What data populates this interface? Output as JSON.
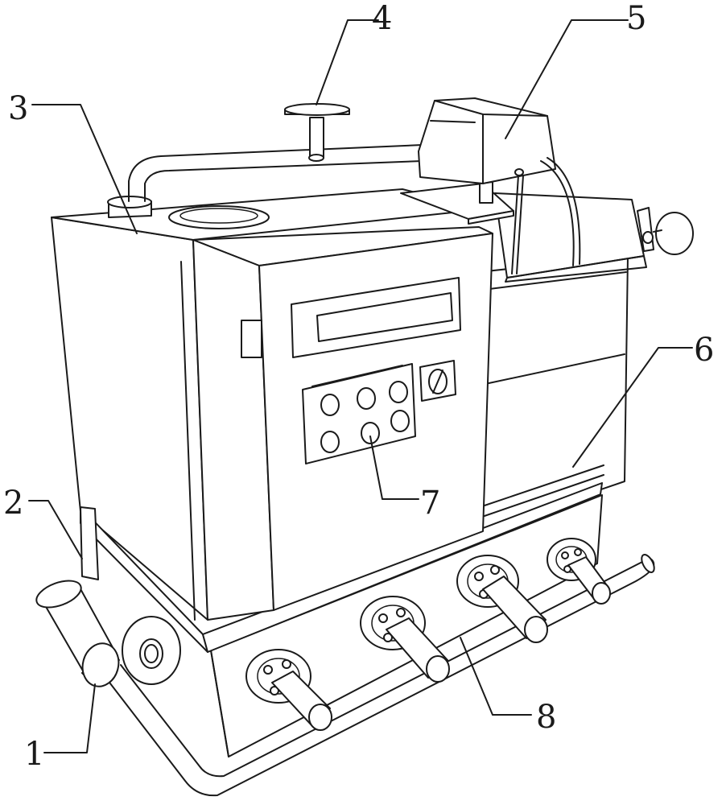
{
  "figure": {
    "labels": [
      {
        "id": "label-1",
        "text": "1"
      },
      {
        "id": "label-2",
        "text": "2"
      },
      {
        "id": "label-3",
        "text": "3"
      },
      {
        "id": "label-4",
        "text": "4"
      },
      {
        "id": "label-5",
        "text": "5"
      },
      {
        "id": "label-6",
        "text": "6"
      },
      {
        "id": "label-7",
        "text": "7"
      },
      {
        "id": "label-8",
        "text": "8"
      }
    ]
  },
  "colors": {
    "line": "#1a1a1a",
    "background": "#ffffff"
  }
}
